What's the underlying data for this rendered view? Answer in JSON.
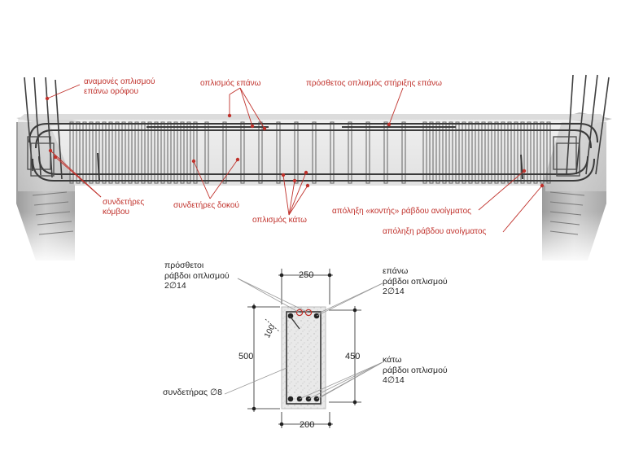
{
  "colors": {
    "annotation": "#c0312b",
    "rebar": "#4a4a4a",
    "concrete": "#d4d4d4",
    "dimension": "#222222"
  },
  "icons": {
    "leader-dot": "red-dot",
    "dimension-end": "black-dot"
  },
  "beam_view": {
    "labels": {
      "column_starter_bars": [
        "αναμονές οπλισμού",
        "επάνω ορόφου"
      ],
      "top_reinforcement": "οπλισμός επάνω",
      "additional_support_top": "πρόσθετος οπλισμός στήριξης επάνω",
      "node_stirrups": [
        "συνδετήρες",
        "κόμβου"
      ],
      "beam_stirrups": "συνδετήρες δοκού",
      "bottom_reinforcement": "οπλισμός κάτω",
      "short_bar_termination": "απόληξη «κοντής»  ράβδου ανοίγματος",
      "bar_termination": "απόληξη ράβδου ανοίγματος"
    }
  },
  "section": {
    "dimensions": {
      "top_width": "250",
      "bottom_width": "200",
      "height": "500",
      "inner_height": "450",
      "spacing": "100"
    },
    "labels": {
      "additional_bars": [
        "πρόσθετοι",
        "ράβδοι οπλισμού",
        "2∅14"
      ],
      "top_bars": [
        "επάνω",
        "ράβδοι οπλισμού",
        "2∅14"
      ],
      "bottom_bars": [
        "κάτω",
        "ράβδοι οπλισμού",
        "4∅14"
      ],
      "stirrup": "συνδετήρας ∅8"
    }
  }
}
